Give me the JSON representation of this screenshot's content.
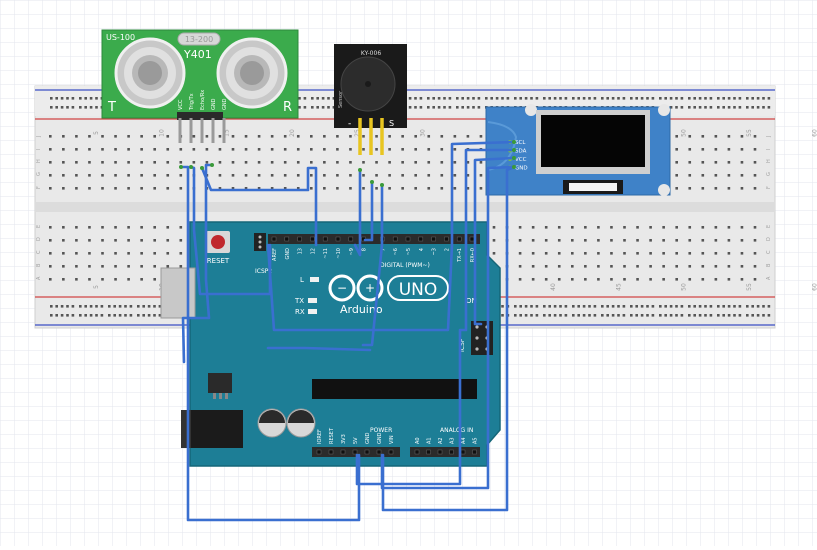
{
  "ultrasonic": {
    "model": "US-100",
    "code": "Y401",
    "range": "13-200",
    "side_left": "T",
    "side_right": "R",
    "pins": [
      "VCC",
      "Trig/Tx",
      "Echo/Rx",
      "GND",
      "GND"
    ]
  },
  "buzzer": {
    "model": "KY-006",
    "pin_minus": "-",
    "pin_signal": "S",
    "side_label": "Sensor"
  },
  "oled": {
    "pins": [
      "SCL",
      "SDA",
      "VCC",
      "GND"
    ]
  },
  "breadboard": {
    "row_letters_top": [
      "J",
      "I",
      "H",
      "G",
      "F"
    ],
    "row_letters_bottom": [
      "E",
      "D",
      "C",
      "B",
      "A"
    ],
    "column_numbers": [
      "5",
      "10",
      "15",
      "20",
      "25",
      "30",
      "35",
      "40",
      "45",
      "50",
      "55",
      "60"
    ]
  },
  "arduino": {
    "brand": "Arduino",
    "model": "UNO",
    "reset_label": "RESET",
    "icsp_top": "ICSP2",
    "icsp_right": "ICSP",
    "digital_label": "DIGITAL (PWM~)",
    "digital_pins": [
      "AREF",
      "GND",
      "13",
      "12",
      "~11",
      "~10",
      "~9",
      "8",
      "7",
      "~6",
      "~5",
      "4",
      "~3",
      "2",
      "TX→1",
      "RX←0"
    ],
    "led_l": "L",
    "led_tx": "TX",
    "led_rx": "RX",
    "on_label": "ON",
    "power_label": "POWER",
    "power_pins": [
      "IOREF",
      "RESET",
      "3V3",
      "5V",
      "GND",
      "GND",
      "VIN"
    ],
    "analog_label": "ANALOG IN",
    "analog_pins": [
      "A0",
      "A1",
      "A2",
      "A3",
      "A4",
      "A5"
    ]
  },
  "colors": {
    "wire": "#3a6fd0",
    "arduino_board": "#1d7e96",
    "sensor_board": "#3bab4c",
    "oled_board": "#3f82c8",
    "breadboard": "#e9e9e9",
    "rail_red": "#d24545",
    "rail_blue": "#3b4fc4",
    "buzzer_lead": "#e8c520"
  }
}
